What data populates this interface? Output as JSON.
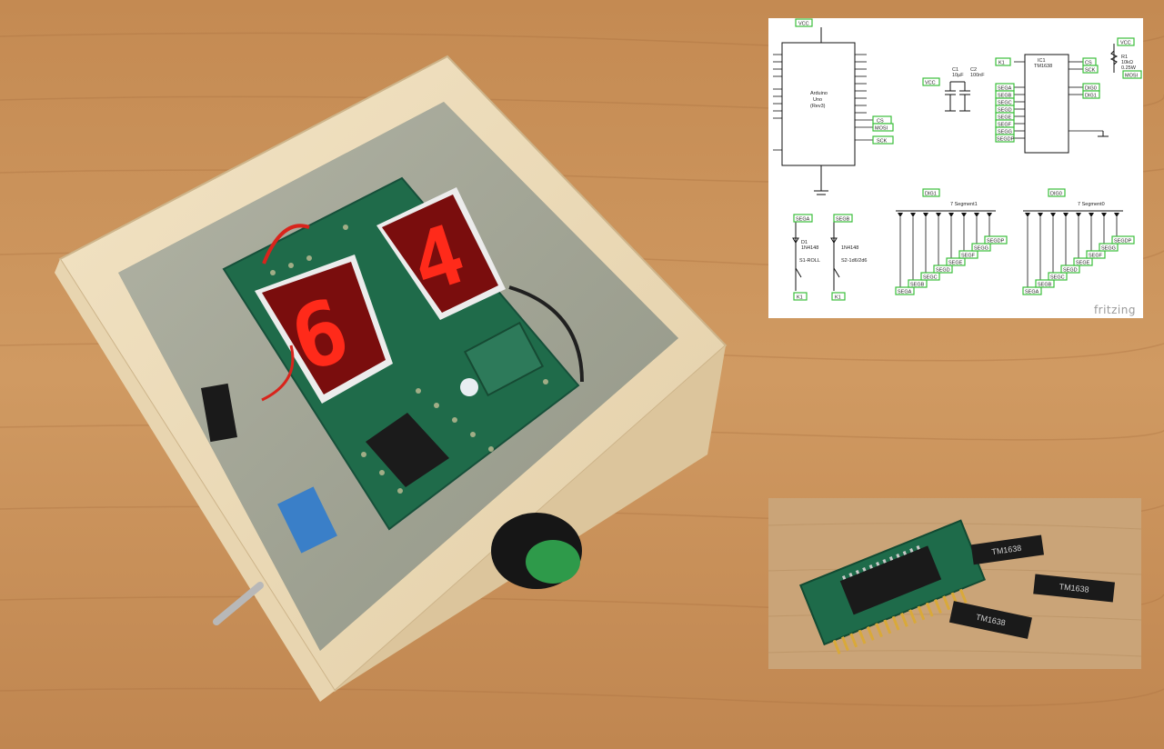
{
  "schematic": {
    "vcc_top": "VCC",
    "mcu_name": "Arduino",
    "mcu_sub": "Uno",
    "mcu_rev": "(Rev3)",
    "net_cs": "CS",
    "net_mosi": "MOSI",
    "net_sck": "SCK",
    "vcc_left": "VCC",
    "c1": "C1",
    "c1_val": "10µF",
    "c2": "C2",
    "c2_val": "100nF",
    "ic_ref": "IC1",
    "ic_name": "TM1638",
    "k1": "K1",
    "r1": "R1",
    "r1_val": "10kΩ",
    "r1_pow": "0.25W",
    "vcc_right": "VCC",
    "cs_right": "CS",
    "sck_right": "SCK",
    "mosi_right": "MOSI",
    "dig0": "DIG0",
    "dig1": "DIG1",
    "seg_left": [
      "SEGA",
      "SEGB",
      "SEGC",
      "SEGD",
      "SEGE",
      "SEGF",
      "SEGG",
      "SEGDP"
    ],
    "sw_a_seg": "SEGA",
    "sw_b_seg": "SEGB",
    "d1": "D1",
    "d1_part": "1N4148",
    "s1": "S1-ROLL",
    "d2_part": "1N4148",
    "s2": "S2-1d6/2d6",
    "k1_a": "K1",
    "k1_b": "K1",
    "dig1_label": "DIG1",
    "disp1_name": "7 Segment1",
    "dig0_label": "DIG0",
    "disp0_name": "7 Segment0",
    "disp_segs_bottom": [
      "SEGA",
      "SEGB",
      "SEGC",
      "SEGD",
      "SEGE",
      "SEGF",
      "SEGG",
      "SEGDP"
    ],
    "watermark": "fritzing"
  },
  "device": {
    "digit_left": "6",
    "digit_right": "4"
  },
  "chips": {
    "label": "TM1638"
  },
  "colors": {
    "wood": "#c8925a",
    "led_red": "#ff2a1a",
    "pcb_green": "#1f6b4a",
    "button_green": "#2e9a4a",
    "net_label_green": "#3bbf3b"
  }
}
